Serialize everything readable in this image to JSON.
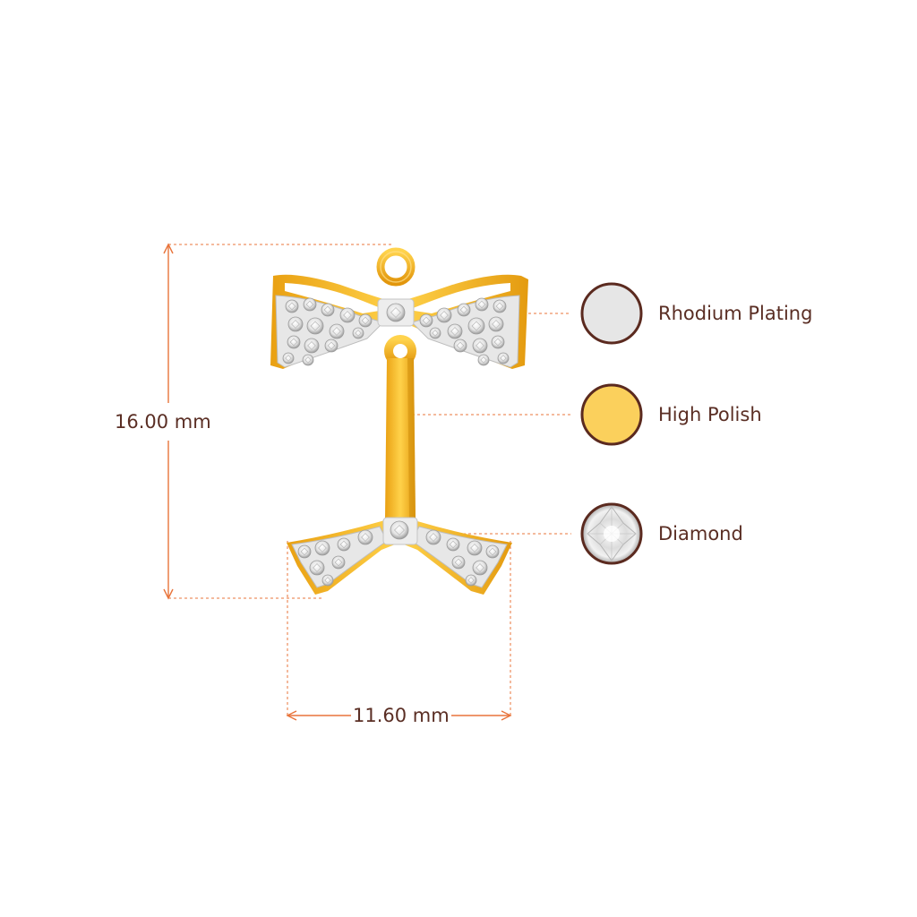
{
  "dimensions": {
    "height": "16.00 mm",
    "width": "11.60 mm"
  },
  "legend": [
    {
      "label": "Rhodium Plating",
      "swatch": "#e6e6e6"
    },
    {
      "label": "High Polish",
      "swatch": "#fbd05c"
    },
    {
      "label": "Diamond",
      "swatch": "diamond-icon"
    }
  ],
  "colors": {
    "accent_line": "#e8743b",
    "text": "#5a2e24",
    "swatch_border": "#5b2a1f",
    "gold": "#f3b81f",
    "gold_dark": "#c98a10",
    "rhodium": "#e8e8e8"
  }
}
